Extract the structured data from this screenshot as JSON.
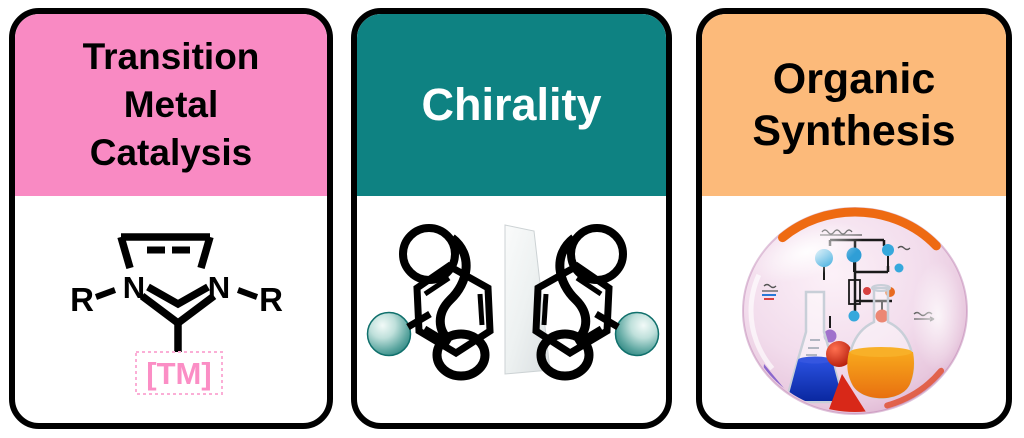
{
  "page": {
    "background": "#ffffff"
  },
  "cards": [
    {
      "id": "transition-metal-catalysis",
      "title": "Transition Metal Catalysis",
      "title_lines": [
        "Transition",
        "Metal",
        "Catalysis"
      ],
      "header_bg": "#F98AC3",
      "title_color": "#000000",
      "art": {
        "name": "nhc-carbene-metal-structure",
        "labels": {
          "n_left": "N",
          "n_right": "N",
          "r_left": "R",
          "r_right": "R",
          "metal": "[TM]"
        },
        "metal_color": "#FB8EC5",
        "metal_box_border": "#FBAED6",
        "bond_color": "#000000"
      }
    },
    {
      "id": "chirality",
      "title": "Chirality",
      "header_bg": "#0E8282",
      "title_color": "#FFFFFF",
      "art": {
        "name": "mirror-image-molecules",
        "sphere_color": "#2E8F88",
        "mirror_color": "#E9EDEE",
        "bond_color": "#000000"
      }
    },
    {
      "id": "organic-synthesis",
      "title": "Organic Synthesis",
      "title_lines": [
        "Organic",
        "Synthesis"
      ],
      "header_bg": "#FCBA7A",
      "title_color": "#000000",
      "art": {
        "name": "flask-bubble-illustration",
        "bubble_color": "#E9C6DE",
        "rim_color": "#EE6A12",
        "flask_left_liquid": "#1E3FD0",
        "flask_right_liquid": "#F07F12",
        "accent_ball_color": "#E03818"
      }
    }
  ]
}
